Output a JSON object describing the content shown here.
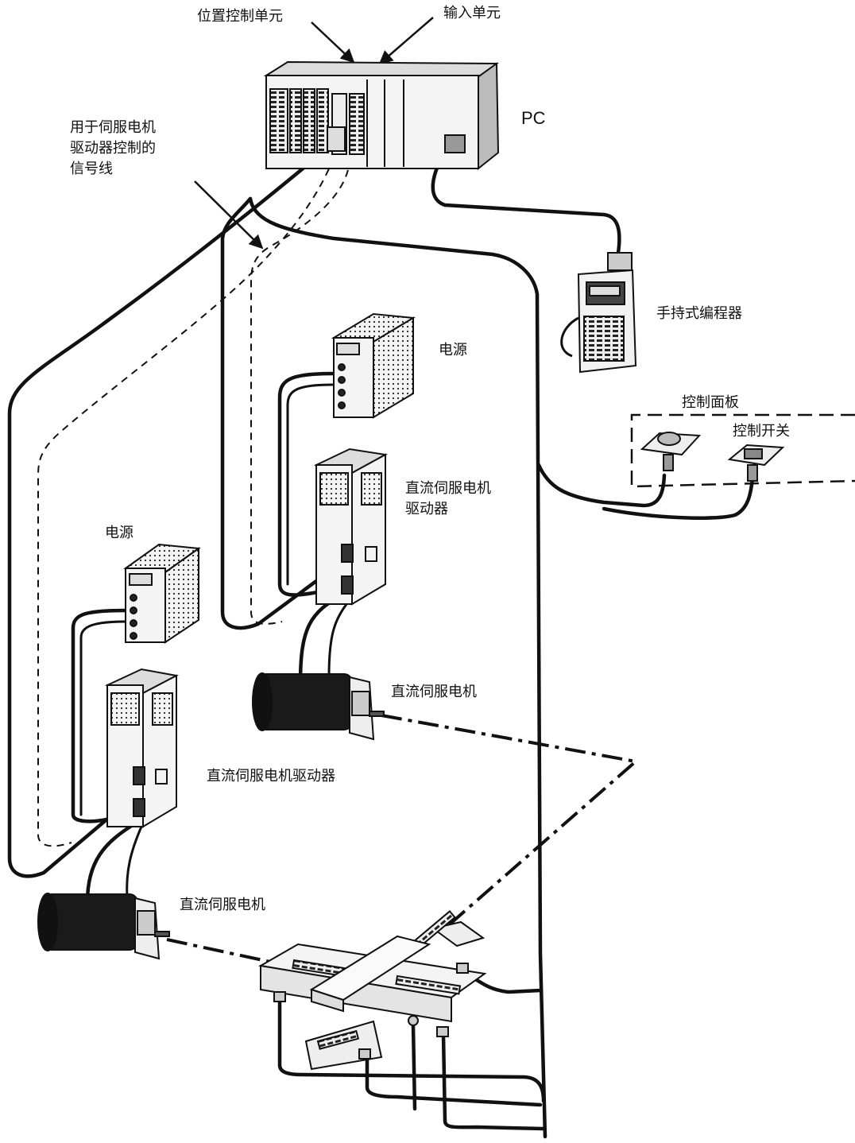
{
  "labels": {
    "position_control_unit": "位置控制单元",
    "input_unit": "输入单元",
    "pc": "PC",
    "signal_line": "用于伺服电机\n驱动器控制的\n信号线",
    "handheld_programmer": "手持式编程器",
    "power_supply_right": "电源",
    "power_supply_left": "电源",
    "control_panel": "控制面板",
    "control_switch": "控制开关",
    "driver_right": "直流伺服电机\n驱动器",
    "driver_left": "直流伺服电机驱动器",
    "motor_right": "直流伺服电机",
    "motor_left": "直流伺服电机"
  },
  "colors": {
    "ink": "#111111",
    "device_fill": "#f4f4f4",
    "dark_fill": "#1a1a1a",
    "background": "#ffffff"
  },
  "icons": {
    "pc": "plc-rack-icon",
    "programmer": "handheld-programmer-icon",
    "power": "power-supply-icon",
    "driver": "servo-driver-icon",
    "motor": "dc-servo-motor-icon",
    "table": "xy-table-icon",
    "switch": "push-button-icon"
  }
}
